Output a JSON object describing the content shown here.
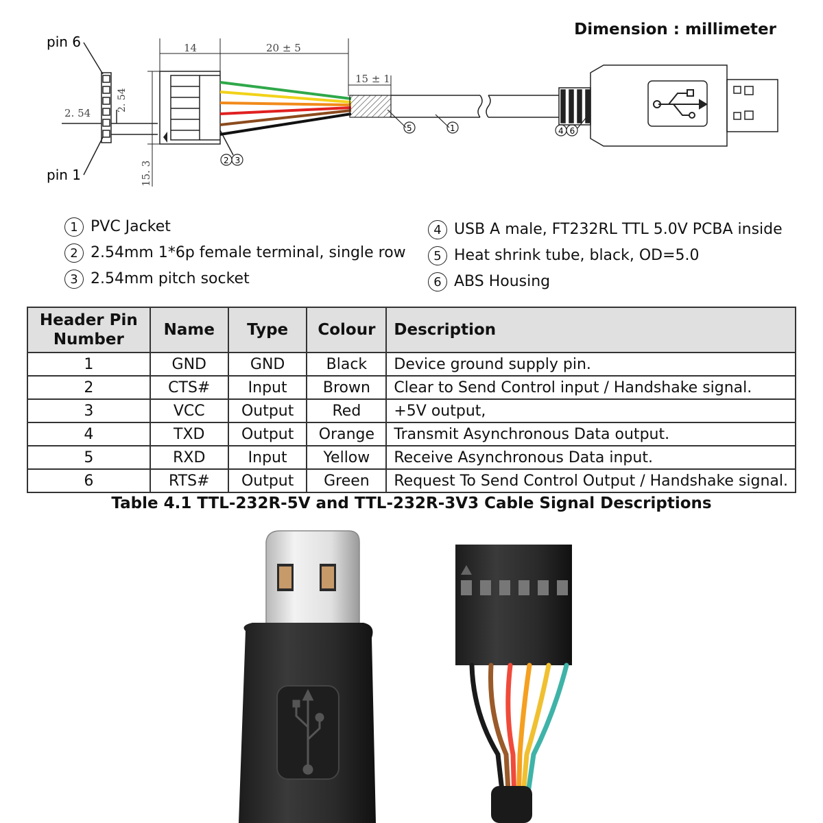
{
  "diagram": {
    "dimension_title": "Dimension : millimeter",
    "pin6_label": "pin 6",
    "pin1_label": "pin 1",
    "dim_14": "14",
    "dim_20": "20 ± 5",
    "dim_15": "15 ± 1",
    "dim_254_a": "2. 54",
    "dim_254_b": "2. 54",
    "dim_153": "15. 3",
    "callout_5": "5",
    "callout_1": "1",
    "callout_23": "23",
    "callout_46": "46"
  },
  "legend": {
    "left": [
      {
        "num": "1",
        "text": "PVC Jacket"
      },
      {
        "num": "2",
        "text": "2.54mm 1*6p female terminal, single row"
      },
      {
        "num": "3",
        "text": "2.54mm pitch socket"
      }
    ],
    "right": [
      {
        "num": "4",
        "text": "USB A male, FT232RL TTL 5.0V PCBA inside"
      },
      {
        "num": "5",
        "text": "Heat shrink tube, black, OD=5.0"
      },
      {
        "num": "6",
        "text": "ABS Housing"
      }
    ]
  },
  "table": {
    "headers": [
      "Header Pin Number",
      "Name",
      "Type",
      "Colour",
      "Description"
    ],
    "rows": [
      [
        "1",
        "GND",
        "GND",
        "Black",
        "Device ground supply pin."
      ],
      [
        "2",
        "CTS#",
        "Input",
        "Brown",
        "Clear to Send Control input / Handshake signal."
      ],
      [
        "3",
        "VCC",
        "Output",
        "Red",
        "+5V output,"
      ],
      [
        "4",
        "TXD",
        "Output",
        "Orange",
        "Transmit Asynchronous Data output."
      ],
      [
        "5",
        "RXD",
        "Input",
        "Yellow",
        "Receive Asynchronous Data input."
      ],
      [
        "6",
        "RTS#",
        "Output",
        "Green",
        "Request To Send Control Output / Handshake signal."
      ]
    ],
    "caption": "Table 4.1 TTL-232R-5V and TTL-232R-3V3 Cable Signal Descriptions"
  },
  "wire_colors": {
    "black": "#111111",
    "brown": "#8b4a1c",
    "red": "#e02020",
    "orange": "#f28a1a",
    "yellow": "#f2d21a",
    "green": "#2fa84a"
  },
  "photo_wire_colors": [
    "#1a1a1a",
    "#9a5a2a",
    "#f04a3a",
    "#f5a020",
    "#f0c030",
    "#3fb3a8"
  ]
}
